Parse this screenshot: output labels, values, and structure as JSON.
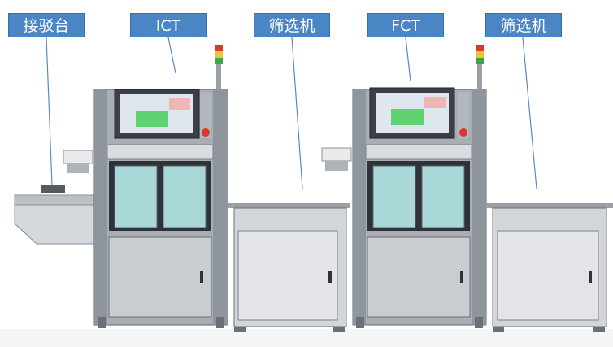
{
  "labels": {
    "docking": "接驳台",
    "ict": "ICT",
    "sorter_1": "筛选机",
    "fct": "FCT",
    "sorter_2": "筛选机"
  },
  "colors": {
    "callout_bg": "#4a86c6",
    "frame": "#8f959d",
    "panel": "#c9cdd2",
    "window_glass": "#a8d8d8",
    "screen_green": "#5fd36f",
    "stack_red": "#d93a2b",
    "stack_green": "#3aa84a",
    "stack_yellow": "#e8c440"
  }
}
